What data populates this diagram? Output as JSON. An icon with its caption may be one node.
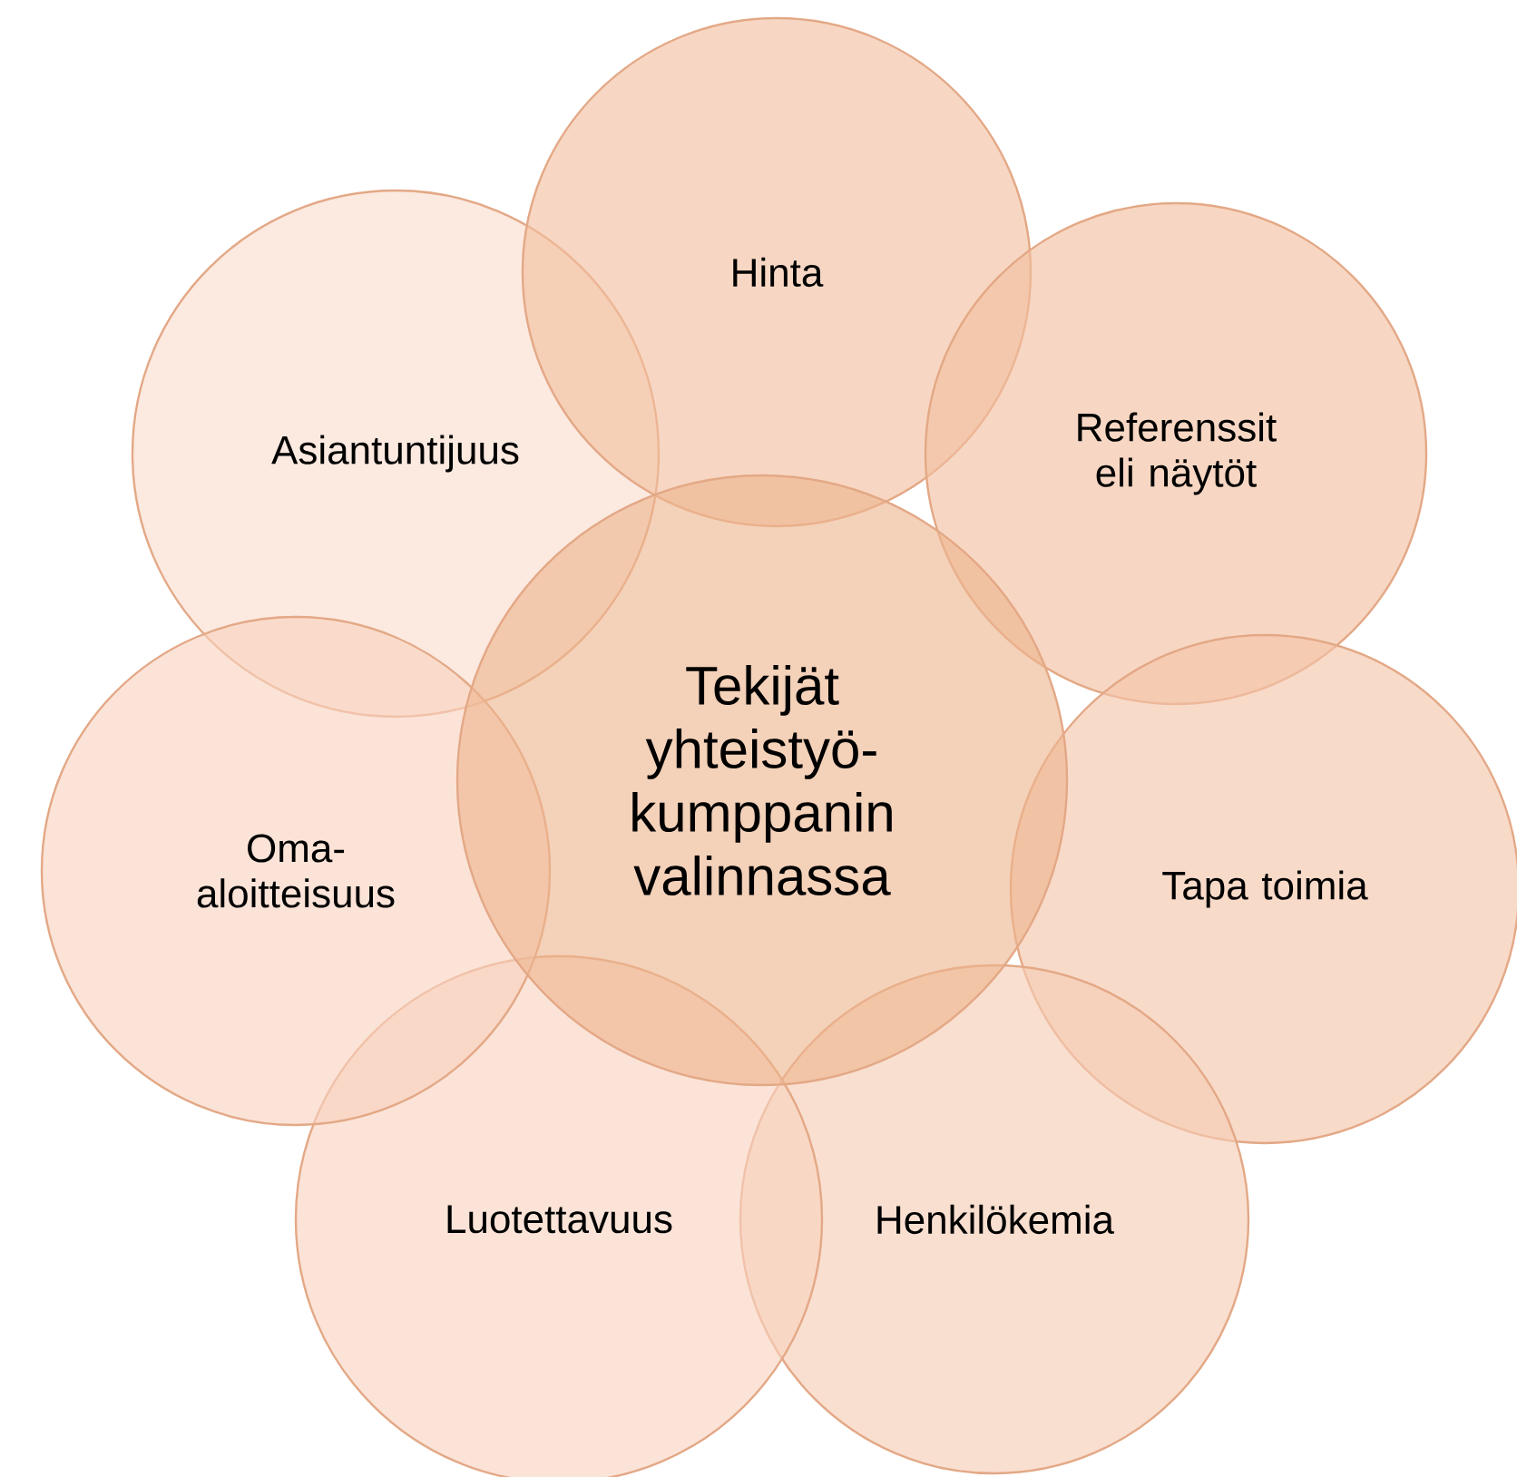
{
  "diagram": {
    "nodes": [
      {
        "text": [
          "Tekijät yhteistyö- kumppanin valinnassa"
        ]
      },
      {
        "text": [
          "Hinta"
        ]
      },
      {
        "text": [
          "Referenssit eli näytöt"
        ]
      },
      {
        "text": [
          "Tapa toimia"
        ]
      },
      {
        "text": [
          "Henkilökemia"
        ]
      },
      {
        "text": [
          "Luotettavuus"
        ]
      },
      {
        "text": [
          "Oma- aloitteisuus"
        ]
      },
      {
        "text": [
          "Asiantuntijuus"
        ]
      }
    ]
  }
}
